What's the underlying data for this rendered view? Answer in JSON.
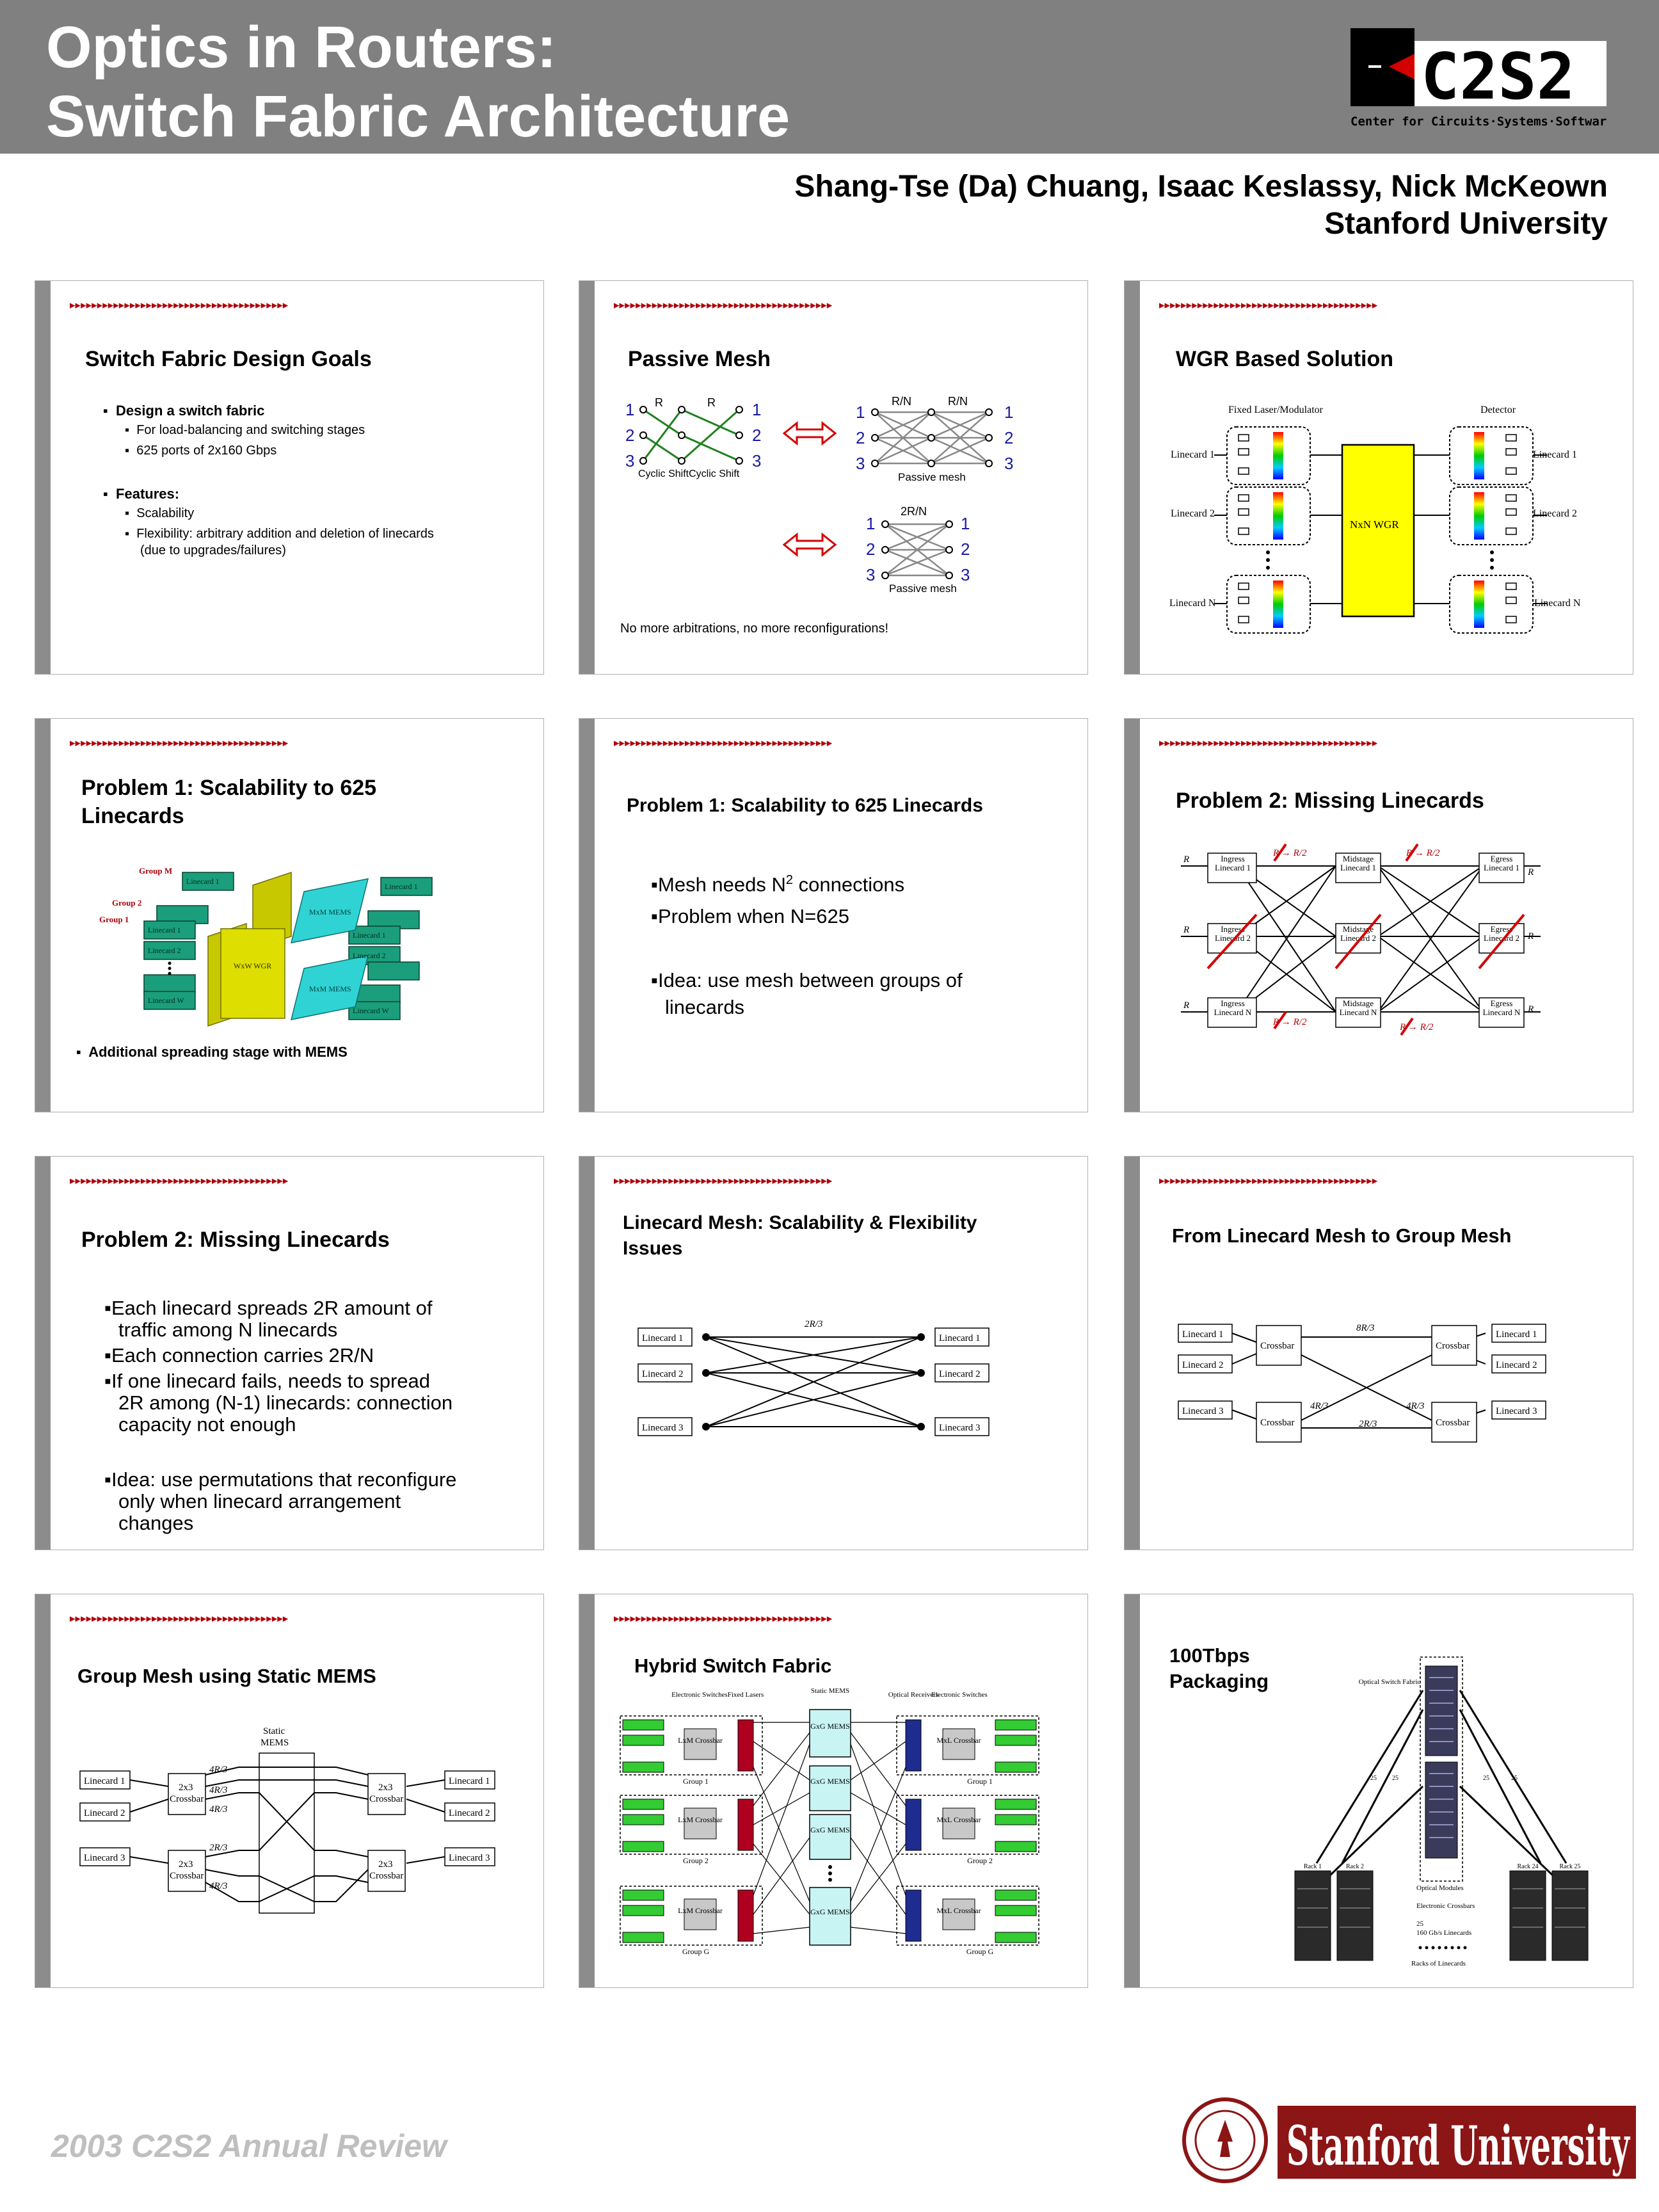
{
  "header": {
    "title_line1": "Optics in Routers:",
    "title_line2": "Switch Fabric Architecture",
    "logo_text": "C2S2",
    "logo_subtitle": "Center for Circuits·Systems·Software"
  },
  "authors": "Shang-Tse (Da) Chuang, Isaac Keslassy, Nick McKeown",
  "affiliation": "Stanford University",
  "footer": {
    "review": "2003 C2S2 Annual Review",
    "stanford_logo_text": "Stanford University"
  },
  "colors": {
    "header_gray": "#808080",
    "accent_red": "#b0000b",
    "stanford_red": "#8c1515",
    "wgr_yellow": "#ffff00",
    "linecard_green": "#33cc33"
  },
  "slides": {
    "s1": {
      "title": "Switch Fabric Design Goals",
      "b1": "Design a switch fabric",
      "b1a": "For load-balancing and switching stages",
      "b1b": "625 ports of 2x160 Gbps",
      "b2": "Features:",
      "b2a": "Scalability",
      "b2b": "Flexibility: arbitrary addition and deletion of linecards",
      "b2c": "(due to upgrades/failures)"
    },
    "s2": {
      "title": "Passive Mesh",
      "r": "R",
      "rn": "R/N",
      "r2n": "2R/N",
      "n1": "1",
      "n2": "2",
      "n3": "3",
      "cyclic_caption": "Cyclic ShiftCyclic Shift",
      "mesh_caption": "Passive mesh",
      "footer": "No more arbitrations, no more reconfigurations!"
    },
    "s3": {
      "title": "WGR Based Solution",
      "fixed_laser": "Fixed Laser/Modulator",
      "detector": "Detector",
      "lc1": "Linecard 1",
      "lc2": "Linecard 2",
      "lcn": "Linecard N",
      "wgr": "NxN WGR"
    },
    "s4": {
      "title_l1": "Problem 1: Scalability to 625",
      "title_l2": "Linecards",
      "group_m": "Group M",
      "group_2": "Group 2",
      "group_1": "Group 1",
      "linecard_1": "Linecard 1",
      "linecard_2": "Linecard 2",
      "linecard_w": "Linecard W",
      "mems": "MxM MEMS",
      "wgr": "WxW WGR",
      "bullet": "Additional spreading stage with MEMS"
    },
    "s5": {
      "title": "Problem 1: Scalability to 625 Linecards",
      "b1": "Mesh needs N",
      "b1sup": "2",
      "b1end": " connections",
      "b2": "Problem when N=625",
      "b3l1": "Idea: use mesh between groups of",
      "b3l2": "linecards"
    },
    "s6": {
      "title": "Problem 2: Missing Linecards",
      "r": "R",
      "rr2": "R → R/2",
      "ingress1": "Ingress Linecard 1",
      "ingress2": "Ingress Linecard 2",
      "ingressn": "Ingress Linecard N",
      "mid1": "Midstage Linecard 1",
      "mid2": "Midstage Linecard 2",
      "midn": "Midstage Linecard N",
      "egress1": "Egress Linecard 1",
      "egress2": "Egress Linecard 2",
      "egressn": "Egress Linecard N"
    },
    "s7": {
      "title": "Problem 2: Missing Linecards",
      "b1l1": "Each linecard spreads 2R amount of",
      "b1l2": "traffic among N linecards",
      "b2": "Each connection carries 2R/N",
      "b3l1": "If one linecard fails, needs to spread",
      "b3l2": "2R among (N-1) linecards: connection",
      "b3l3": "capacity not enough",
      "b4l1": "Idea: use permutations that reconfigure",
      "b4l2": "only when linecard arrangement",
      "b4l3": "changes"
    },
    "s8": {
      "title_l1": "Linecard Mesh: Scalability & Flexibility",
      "title_l2": "Issues",
      "rate": "2R/3",
      "lc1": "Linecard 1",
      "lc2": "Linecard 2",
      "lc3": "Linecard 3"
    },
    "s9": {
      "title": "From Linecard Mesh to Group Mesh",
      "r8": "8R/3",
      "r4": "4R/3",
      "r2": "2R/3",
      "crossbar": "Crossbar",
      "lc1": "Linecard 1",
      "lc2": "Linecard 2",
      "lc3": "Linecard 3"
    },
    "s10": {
      "title": "Group Mesh using Static MEMS",
      "static": "Static",
      "mems": "MEMS",
      "r4": "4R/3",
      "r2": "2R/3",
      "xbar_l1": "2x3",
      "xbar_l2": "Crossbar",
      "lc1": "Linecard 1",
      "lc2": "Linecard 2",
      "lc3": "Linecard 3"
    },
    "s11": {
      "title": "Hybrid Switch Fabric",
      "electronic_switches": "Electronic Switches",
      "fixed_lasers": "Fixed Lasers",
      "static_mems": "Static MEMS",
      "optical_receivers": "Optical Receivers",
      "lxm": "LxM Crossbar",
      "mxl": "MxL Crossbar",
      "gxg": "GxG MEMS",
      "group1": "Group 1",
      "group2": "Group 2",
      "groupg": "Group G"
    },
    "s12": {
      "title_l1": "100Tbps",
      "title_l2": "Packaging",
      "optical_switch": "Optical Switch Fabric",
      "rack1": "Rack 1",
      "rack2": "Rack 2",
      "rack24": "Rack 24",
      "rack25": "Rack 25",
      "optical_modules": "Optical Modules",
      "electronic_crossbar": "Electronic Crossbars",
      "lc_count": "25",
      "lc_desc": "160 Gb/s Linecards",
      "racks": "Racks of Linecards",
      "n25": "25"
    }
  }
}
